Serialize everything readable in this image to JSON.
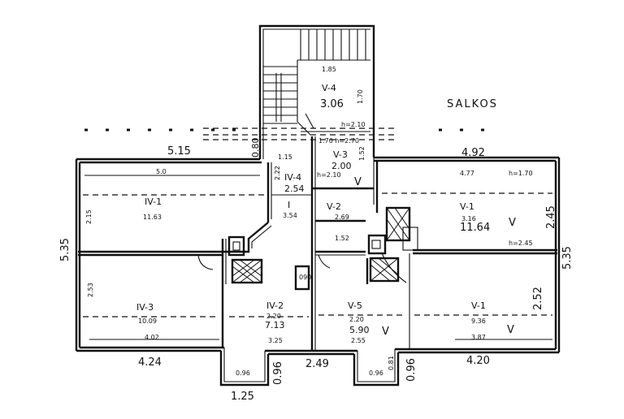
{
  "compass": "SALKOS",
  "dimensions": {
    "left_wing_width": "5.15",
    "right_wing_width": "4.92",
    "left_depth": "5.35",
    "right_depth": "5.35",
    "bottom_left": "4.24",
    "bottom_middle": "2.49",
    "bottom_right": "4.20",
    "right_upper": "2.45",
    "right_lower": "2.52",
    "step_top": "0.80",
    "step_left": "0.96",
    "step_right": "0.96",
    "bay_left": "1.25"
  },
  "stair": {
    "code": "V-4",
    "area": "3.06",
    "d1": "1.85",
    "d2": "1.70",
    "d3": "h=2.10"
  },
  "rooms": [
    {
      "code": "IV-1",
      "area": "11.63",
      "note": "5.0",
      "side": "2.15"
    },
    {
      "code": "IV-3",
      "area": "10.09",
      "note": "4.02",
      "side": "2.53"
    },
    {
      "code": "IV-2",
      "area": "7.13",
      "note": "3.25",
      "extra": "2.20"
    },
    {
      "code": "IV-4",
      "area": "2.54",
      "note": "1.15",
      "side": "2.22"
    },
    {
      "code": "V-3",
      "area": "2.00",
      "note": "1.70 h=2.70",
      "side": "1.52"
    },
    {
      "code": "V-2",
      "area": "2.69",
      "note": "1.52"
    },
    {
      "code": "V-5",
      "area": "5.90",
      "note": "2.55",
      "extra": "2.20"
    },
    {
      "code": "V-1",
      "area": "11.64",
      "note": "4.77",
      "extra": "3.16"
    },
    {
      "code": "V-1",
      "area": "9.36",
      "note": "3.87"
    }
  ],
  "hall": {
    "code": "I",
    "area": "3.54"
  },
  "annotations": {
    "ceiling_right": "h=1.70",
    "ceiling_right2": "h=2.45",
    "ceiling_hall": "h=2.10",
    "chimney_label": "090",
    "v_mark": "V",
    "bay_left_w": "0.96",
    "bay_right_w": "0.96",
    "bay_right_s": "0.81"
  }
}
